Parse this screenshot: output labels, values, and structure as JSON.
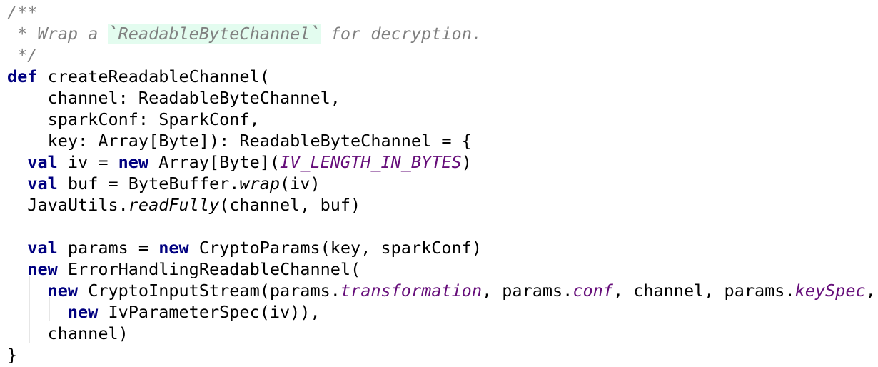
{
  "code": {
    "lines": [
      [
        {
          "t": "/**",
          "c": "cm"
        }
      ],
      [
        {
          "t": " * Wrap a ",
          "c": "cm"
        },
        {
          "t": "`",
          "c": "cm-tick"
        },
        {
          "t": "ReadableByteChannel",
          "c": "cm-code"
        },
        {
          "t": "`",
          "c": "cm-tick"
        },
        {
          "t": " for decryption.",
          "c": "cm"
        }
      ],
      [
        {
          "t": " */",
          "c": "cm"
        }
      ],
      [
        {
          "t": "def",
          "c": "kw"
        },
        {
          "t": " createReadableChannel(",
          "c": ""
        }
      ],
      [
        {
          "t": "    channel: ReadableByteChannel,",
          "c": ""
        }
      ],
      [
        {
          "t": "    sparkConf: SparkConf,",
          "c": ""
        }
      ],
      [
        {
          "t": "    key: Array[Byte]): ReadableByteChannel = {",
          "c": ""
        }
      ],
      [
        {
          "t": "  ",
          "c": ""
        },
        {
          "t": "val",
          "c": "kw"
        },
        {
          "t": " iv = ",
          "c": ""
        },
        {
          "t": "new",
          "c": "kw"
        },
        {
          "t": " Array[Byte](",
          "c": ""
        },
        {
          "t": "IV_LENGTH_IN_BYTES",
          "c": "fld"
        },
        {
          "t": ")",
          "c": ""
        }
      ],
      [
        {
          "t": "  ",
          "c": ""
        },
        {
          "t": "val",
          "c": "kw"
        },
        {
          "t": " buf = ByteBuffer.",
          "c": ""
        },
        {
          "t": "wrap",
          "c": "it"
        },
        {
          "t": "(iv)",
          "c": ""
        }
      ],
      [
        {
          "t": "  JavaUtils.",
          "c": ""
        },
        {
          "t": "readFully",
          "c": "it"
        },
        {
          "t": "(channel, buf)",
          "c": ""
        }
      ],
      [],
      [
        {
          "t": "  ",
          "c": ""
        },
        {
          "t": "val",
          "c": "kw"
        },
        {
          "t": " params = ",
          "c": ""
        },
        {
          "t": "new",
          "c": "kw"
        },
        {
          "t": " CryptoParams(key, sparkConf)",
          "c": ""
        }
      ],
      [
        {
          "t": "  ",
          "c": ""
        },
        {
          "t": "new",
          "c": "kw"
        },
        {
          "t": " ErrorHandlingReadableChannel(",
          "c": ""
        }
      ],
      [
        {
          "t": "    ",
          "c": ""
        },
        {
          "t": "new",
          "c": "kw"
        },
        {
          "t": " CryptoInputStream(params.",
          "c": ""
        },
        {
          "t": "transformation",
          "c": "fld"
        },
        {
          "t": ", params.",
          "c": ""
        },
        {
          "t": "conf",
          "c": "fld"
        },
        {
          "t": ", channel, params.",
          "c": ""
        },
        {
          "t": "keySpec",
          "c": "fld"
        },
        {
          "t": ",",
          "c": ""
        }
      ],
      [
        {
          "t": "      ",
          "c": ""
        },
        {
          "t": "new",
          "c": "kw"
        },
        {
          "t": " IvParameterSpec(iv)),",
          "c": ""
        }
      ],
      [
        {
          "t": "    channel)",
          "c": ""
        }
      ],
      [
        {
          "t": "}",
          "c": ""
        }
      ]
    ]
  }
}
